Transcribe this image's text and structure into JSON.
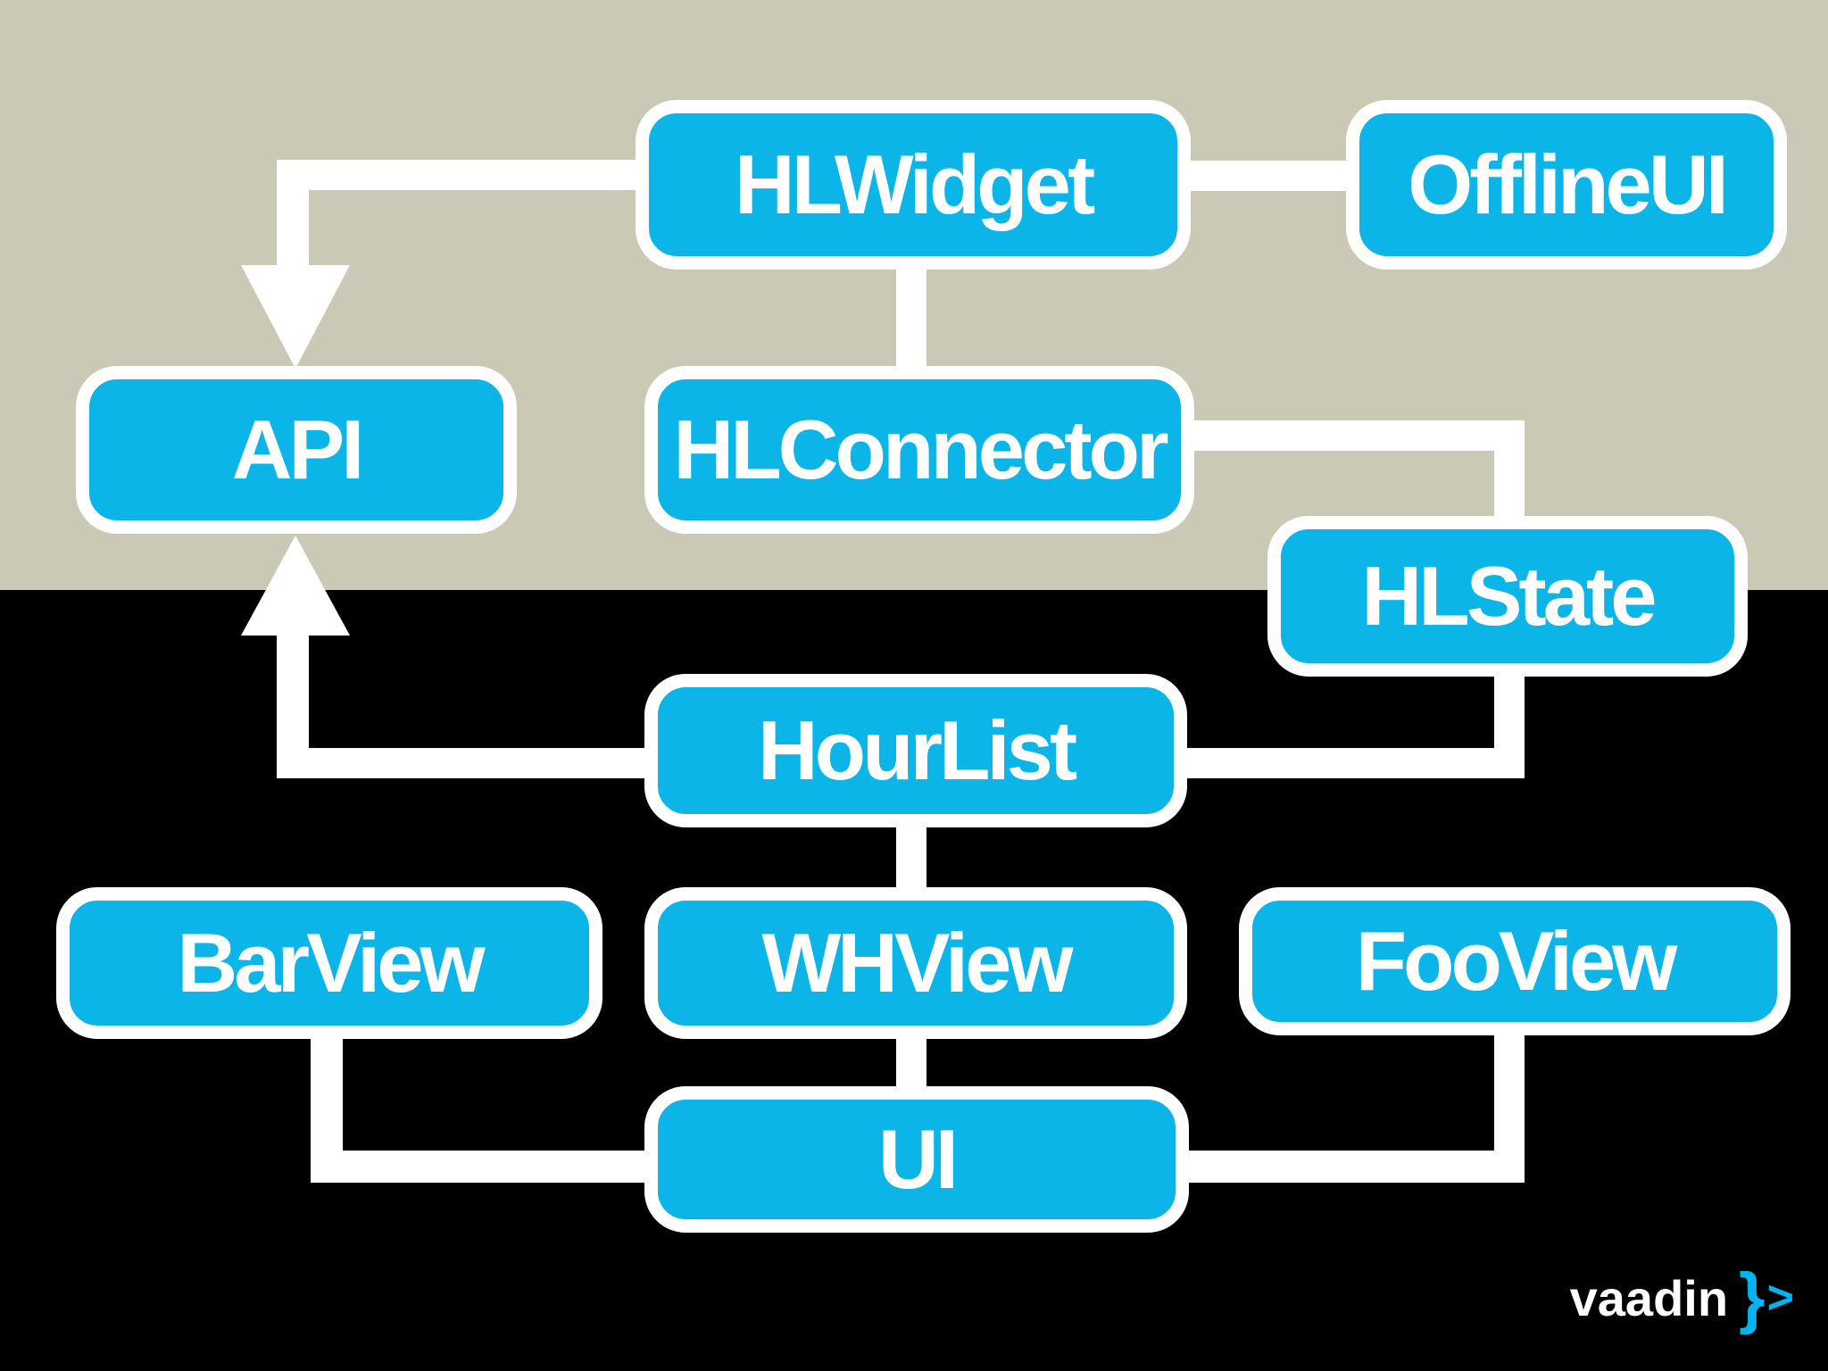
{
  "nodes": {
    "hlwidget": {
      "label": "HLWidget"
    },
    "offlineui": {
      "label": "OfflineUI"
    },
    "api": {
      "label": "API"
    },
    "hlconnector": {
      "label": "HLConnector"
    },
    "hlstate": {
      "label": "HLState"
    },
    "hourlist": {
      "label": "HourList"
    },
    "barview": {
      "label": "BarView"
    },
    "whview": {
      "label": "WHView"
    },
    "fooview": {
      "label": "FooView"
    },
    "ui": {
      "label": "UI"
    }
  },
  "edges": [
    {
      "from": "HLWidget",
      "to": "API",
      "connector": "elbow",
      "arrowhead": "into-API-top"
    },
    {
      "from": "HLWidget",
      "to": "OfflineUI",
      "connector": "straight",
      "arrowhead": "none"
    },
    {
      "from": "HLWidget",
      "to": "HLConnector",
      "connector": "straight",
      "arrowhead": "none"
    },
    {
      "from": "HLConnector",
      "to": "HLState",
      "connector": "elbow",
      "arrowhead": "none"
    },
    {
      "from": "HLState",
      "to": "HourList",
      "connector": "elbow",
      "arrowhead": "none"
    },
    {
      "from": "HourList",
      "to": "API",
      "connector": "elbow",
      "arrowhead": "into-API-bottom"
    },
    {
      "from": "HourList",
      "to": "WHView",
      "connector": "straight",
      "arrowhead": "none"
    },
    {
      "from": "WHView",
      "to": "UI",
      "connector": "straight",
      "arrowhead": "none"
    },
    {
      "from": "BarView",
      "to": "UI",
      "connector": "elbow",
      "arrowhead": "none"
    },
    {
      "from": "FooView",
      "to": "UI",
      "connector": "elbow",
      "arrowhead": "none"
    }
  ],
  "logo": {
    "word": "vaadin",
    "brace": "}",
    "chevron": ">"
  },
  "colors": {
    "background_top": "#c9c9b6",
    "background_bottom": "#000000",
    "node_fill": "#0cb5e8",
    "node_border": "#ffffff",
    "connector": "#ffffff",
    "label_text": "#ffffff",
    "logo_text": "#ffffff",
    "logo_symbol": "#00b4f0"
  }
}
